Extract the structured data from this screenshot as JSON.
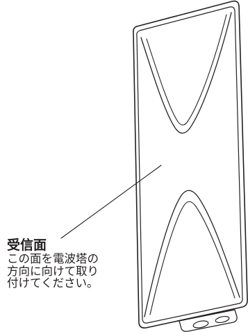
{
  "label": {
    "title": "受信面",
    "description_lines": [
      "この面を電波塔の",
      "方向に向けて取り",
      "付けてください。"
    ]
  },
  "colors": {
    "line": "#231f20",
    "background": "#ffffff"
  }
}
